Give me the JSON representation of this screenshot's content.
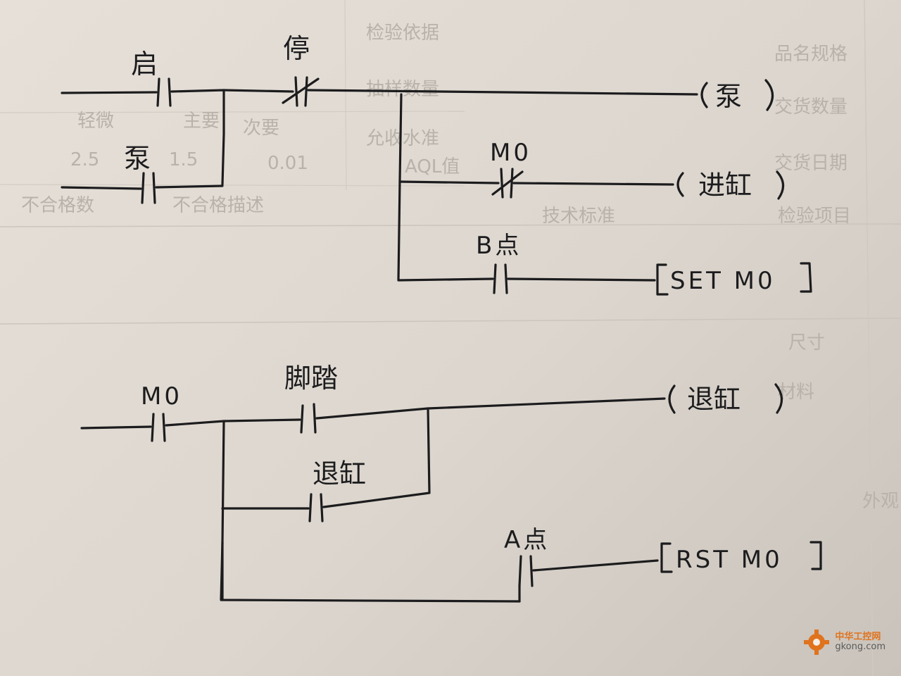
{
  "rungs": {
    "rung1": {
      "start_label": "启",
      "seal_label": "泵",
      "stop_label": "停",
      "pump_coil": "泵",
      "m0_contact": "M0",
      "advance_coil": "进缸",
      "b_point_label": "B点",
      "set_text": "SET  M0"
    },
    "rung2": {
      "m0_contact": "M0",
      "pedal_label": "脚踏",
      "retract_seal_label": "退缸",
      "retract_coil": "退缸",
      "a_point_label": "A点",
      "rst_text": "RST  M0"
    }
  },
  "background_print": {
    "items": [
      "检验依据",
      "品名规格",
      "交货数量",
      "交货日期",
      "抽样数量",
      "允收水准",
      "AQL值",
      "主要",
      "次要",
      "轻微",
      "1.5",
      "0.01",
      "2.5",
      "不合格描述",
      "不合格数",
      "技术标准",
      "检验项目",
      "尺寸",
      "材料",
      "外观"
    ]
  },
  "watermark": {
    "name": "中华工控网",
    "url": "gkong.com"
  },
  "colors": {
    "ink": "#1c1c1e",
    "paper": "#e4ded6",
    "watermark_orange": "#e0731e"
  }
}
